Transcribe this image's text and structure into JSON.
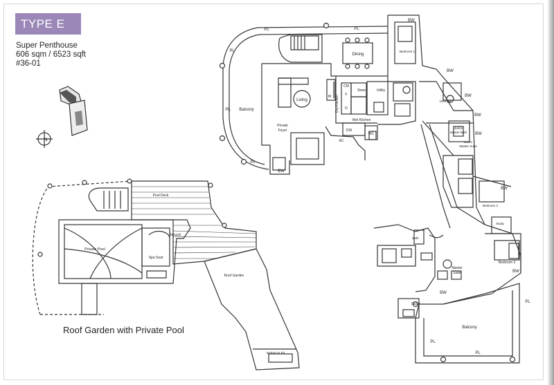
{
  "unit": {
    "type_label": "TYPE E",
    "title": "Super Penthouse",
    "area": "606 sqm / 6523 sqft",
    "unit_no": "#36-01"
  },
  "roof_caption": "Roof Garden with Private Pool",
  "rooms": {
    "pl": "PL",
    "bw": "BW",
    "balcony": "Balcony",
    "dining": "Dining",
    "bedroom1": "Bedroom 1",
    "living": "Living",
    "dry_kitchen": "Dry Kitchen",
    "store": "Store",
    "utility": "Utility",
    "cm": "CM",
    "f": "F",
    "o": "O",
    "m": "M",
    "wet_kitchen": "Wet Kitchen",
    "dw": "DW",
    "wc": "WC",
    "ac": "AC",
    "private_foyer_1": "Private",
    "private_foyer_2": "Foyer",
    "lounge": "Lounge",
    "junior_bath_1": "Junior",
    "junior_bath_2": "Master Bath",
    "junior_suite_1": "Junior",
    "junior_suite_2": "Master Suite",
    "bedroom2": "Bedroom 2",
    "study": "Study",
    "bedroom3": "Bedroom 3",
    "master_suite_1": "Master",
    "master_suite_2": "Suite",
    "bath": "Bath",
    "pool_deck": "Pool Deck",
    "private_pool": "Private Pool",
    "spa_seat": "Spa Seat",
    "jacuzzi": "Jacuzzi",
    "roof_garden": "Roof Garden",
    "barbecue_pit": "Barbecue Pit",
    "compass_n": "N"
  },
  "colors": {
    "badge": "#9b88b8",
    "line": "#333333"
  }
}
